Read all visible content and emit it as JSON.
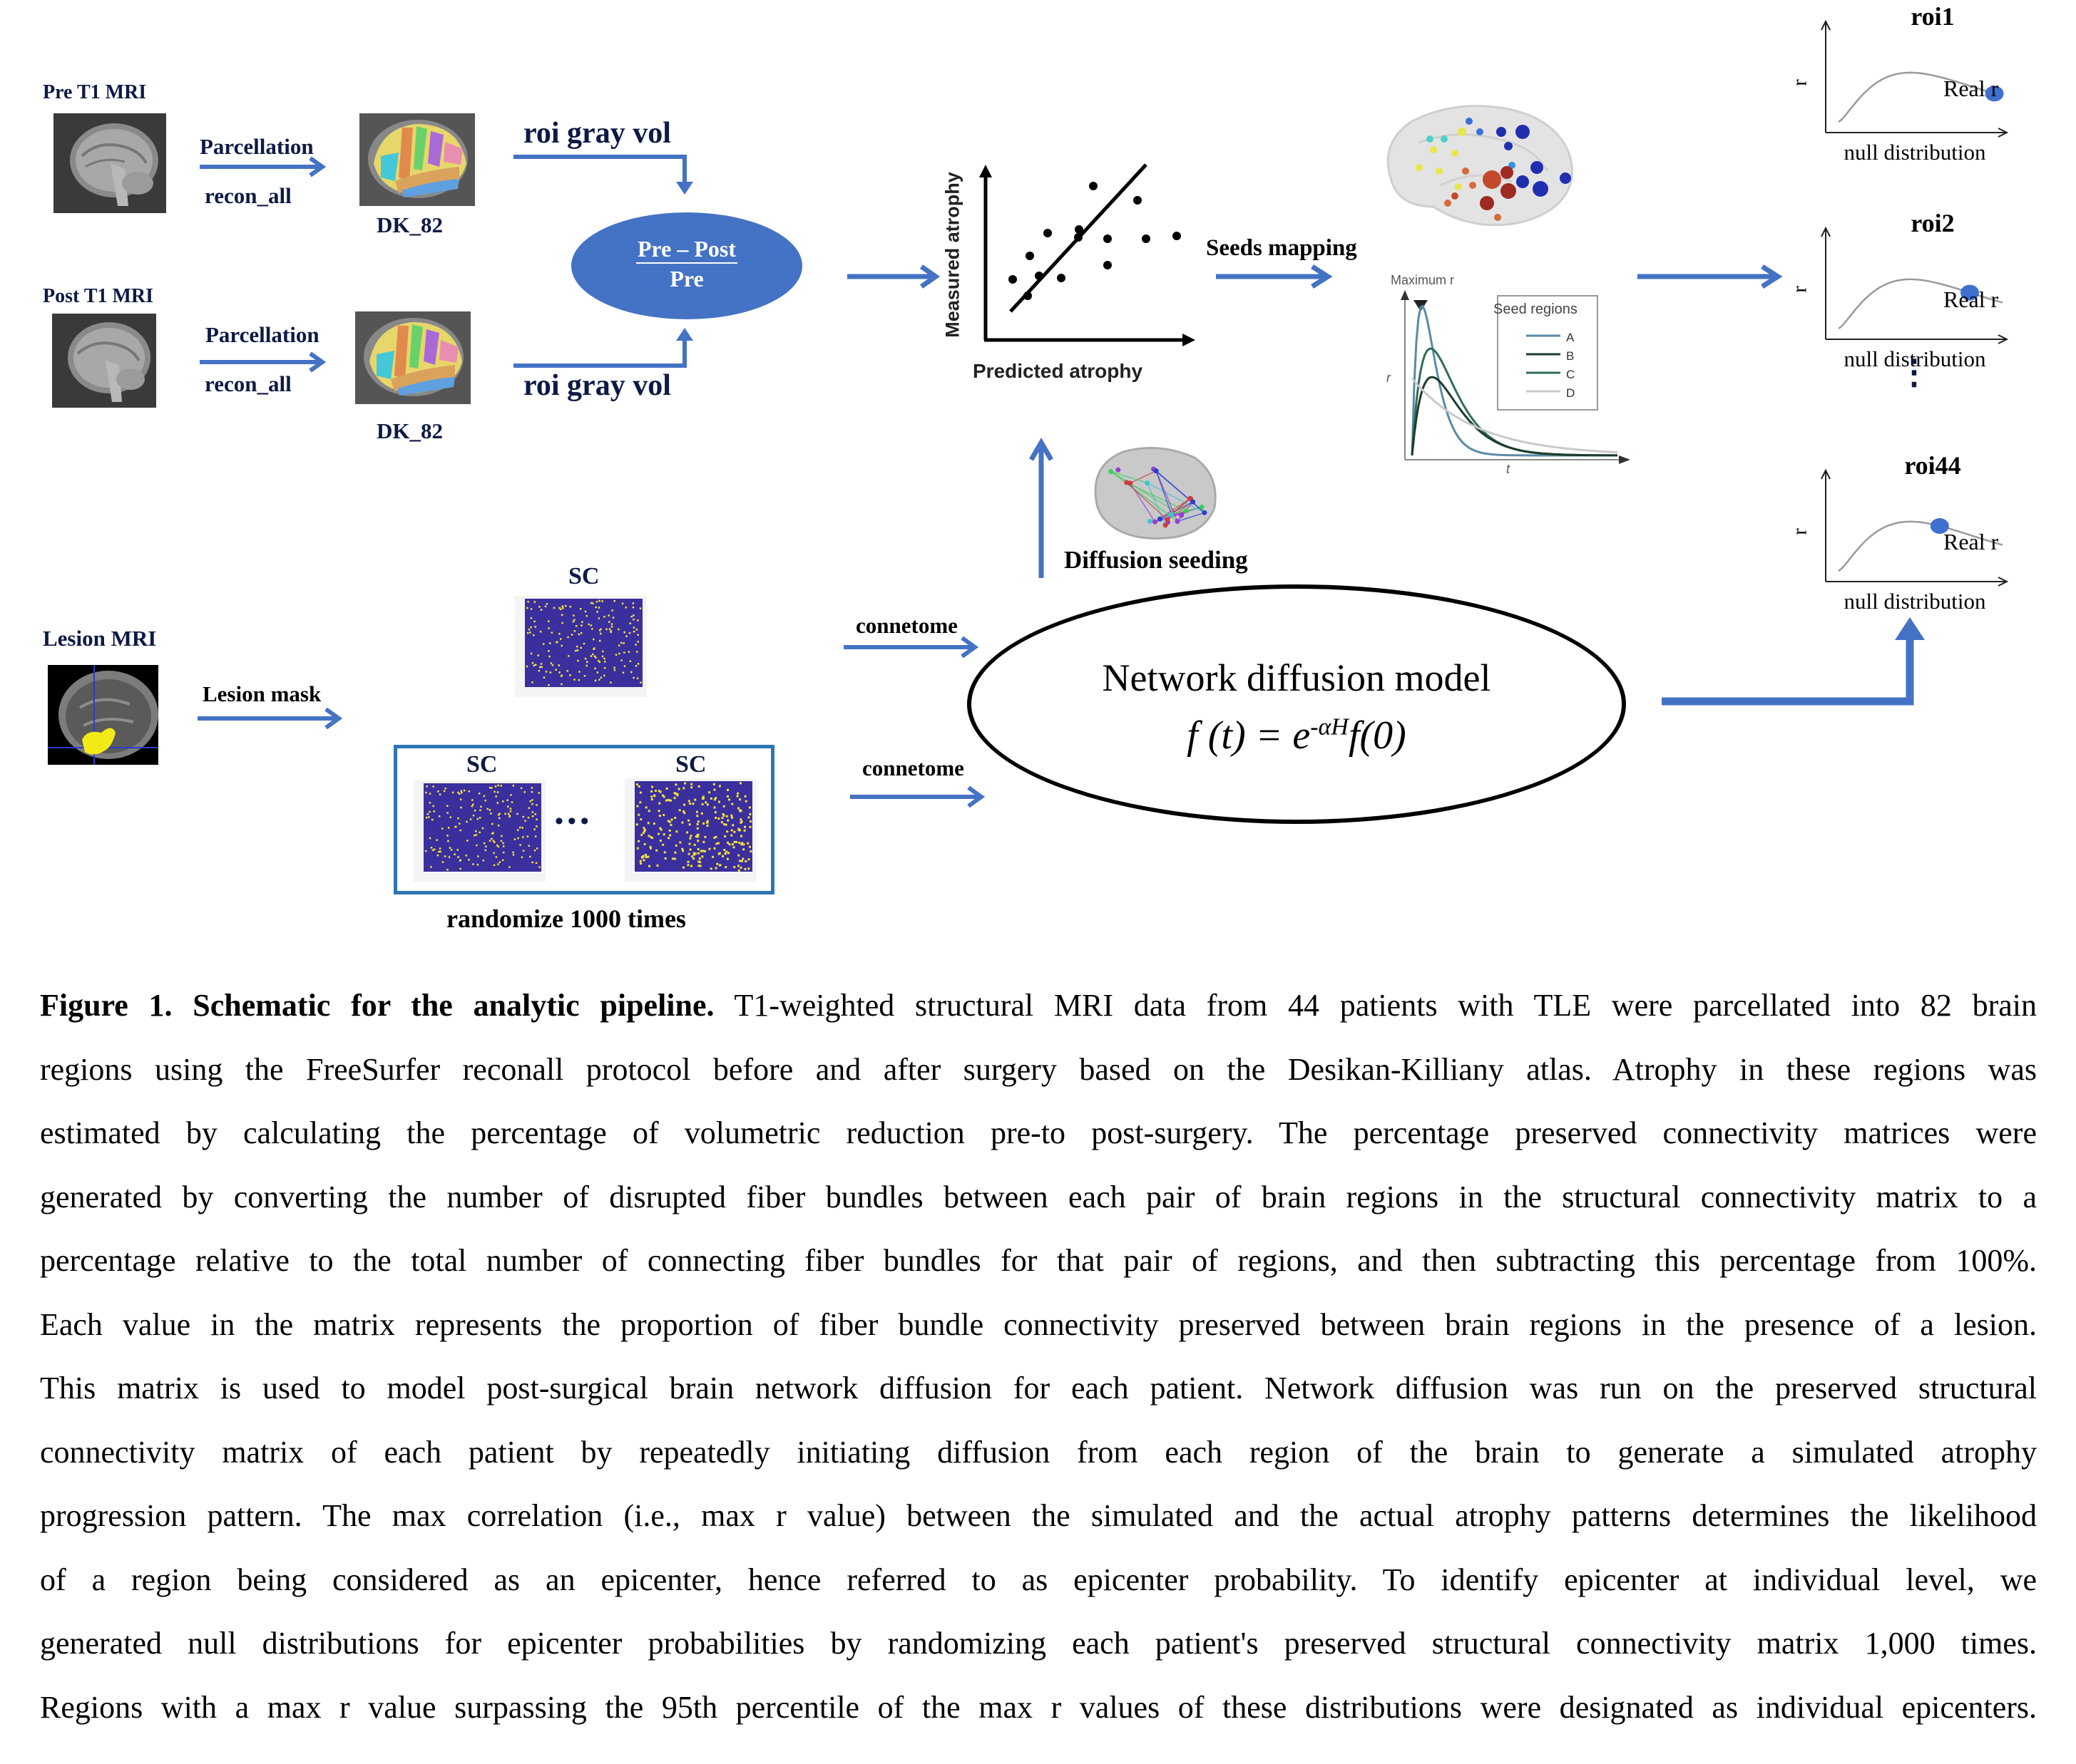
{
  "colors": {
    "arrow_blue": "#4472c4",
    "label_navy": "#0d1a45",
    "matrix_bg": "#3a2f9c",
    "matrix_dot": "#f5e23a",
    "curve_A": "#5b8aa6",
    "curve_B": "#1d3b2c",
    "curve_C": "#2f6e55",
    "curve_D": "#c9c9c9"
  },
  "top_pipeline": {
    "pre": {
      "label": "Pre  T1 MRI",
      "arrow_top_label": "Parcellation",
      "arrow_bottom_label": "recon_all",
      "atlas_label": "DK_82",
      "roi_label": "roi gray vol"
    },
    "post": {
      "label": "Post T1 MRI",
      "arrow_top_label": "Parcellation",
      "arrow_bottom_label": "recon_all",
      "atlas_label": "DK_82",
      "roi_label": "roi gray vol"
    },
    "formula": {
      "numerator": "Pre – Post",
      "denominator": "Pre"
    }
  },
  "scatter": {
    "ylabel": "Measured atrophy",
    "xlabel": "Predicted atrophy"
  },
  "seeds_mapping_label": "Seeds mapping",
  "seed_curves": {
    "annotation": "Maximum r",
    "ylabel": "r",
    "xlabel": "t",
    "legend_title": "Seed regions",
    "legend": [
      "A",
      "B",
      "C",
      "D"
    ]
  },
  "diffusion_seeding_label": "Diffusion seeding",
  "lesion": {
    "label": "Lesion MRI",
    "arrow_label": "Lesion mask"
  },
  "connectivity": {
    "sc_label": "SC",
    "random_box": {
      "left_label": "SC",
      "right_label": "SC",
      "ellipsis": "•••",
      "caption": "randomize 1000 times"
    },
    "arrow_top_label": "connetome",
    "arrow_bottom_label": "connetome"
  },
  "model": {
    "title": "Network diffusion model",
    "equation_lhs": "f (t) = e",
    "equation_exp": "-αH",
    "equation_rhs": "f(0)"
  },
  "roi_panels": [
    {
      "title": "roi1",
      "ylabel": "r",
      "real_label": "Real r",
      "xlabel": "null distribution",
      "real_position": 0.95
    },
    {
      "title": "roi2",
      "ylabel": "r",
      "real_label": "Real r",
      "xlabel": "null distribution",
      "real_position": 0.8
    },
    {
      "title": "roi44",
      "ylabel": "r",
      "real_label": "Real r",
      "xlabel": "null distribution",
      "real_position": 0.62
    }
  ],
  "roi_ellipsis": "⋮",
  "figure_caption": {
    "lines": [
      {
        "bold": "Figure 1. Schematic for the analytic pipeline.",
        "text": " T1-weighted structural MRI data from 44 patients with TLE were parcellated into 82 brain"
      },
      {
        "bold": "",
        "text": "regions using the FreeSurfer reconall protocol before and after surgery based on the Desikan-Killiany atlas. Atrophy in these regions was"
      },
      {
        "bold": "",
        "text": "estimated by calculating the percentage of volumetric reduction pre-to post-surgery. The percentage preserved connectivity matrices were"
      },
      {
        "bold": "",
        "text": "generated by converting the number of disrupted fiber bundles between each pair of brain regions in the structural connectivity matrix to a"
      },
      {
        "bold": "",
        "text": "percentage relative to the total number of connecting fiber bundles for that pair of regions, and then subtracting this percentage from 100%."
      },
      {
        "bold": "",
        "text": "Each value in the matrix represents the proportion of fiber bundle connectivity preserved between brain regions in the presence of a lesion."
      },
      {
        "bold": "",
        "text": "This matrix is used to model post-surgical brain network diffusion for each patient. Network diffusion was run on the preserved structural"
      },
      {
        "bold": "",
        "text": "connectivity matrix of each patient by repeatedly initiating diffusion from each region of the brain to generate a simulated atrophy"
      },
      {
        "bold": "",
        "text": "progression pattern. The max correlation (i.e., max r value) between the simulated and the actual atrophy patterns determines the likelihood"
      },
      {
        "bold": "",
        "text": "of a region being considered as an epicenter, hence referred to as epicenter probability. To identify epicenter at individual level, we"
      },
      {
        "bold": "",
        "text": "generated null distributions for epicenter probabilities by randomizing each patient's preserved structural connectivity matrix 1,000 times."
      },
      {
        "bold": "",
        "text": "Regions with a max r value surpassing the 95th percentile of the max r values of these distributions were designated as individual epicenters."
      }
    ]
  }
}
